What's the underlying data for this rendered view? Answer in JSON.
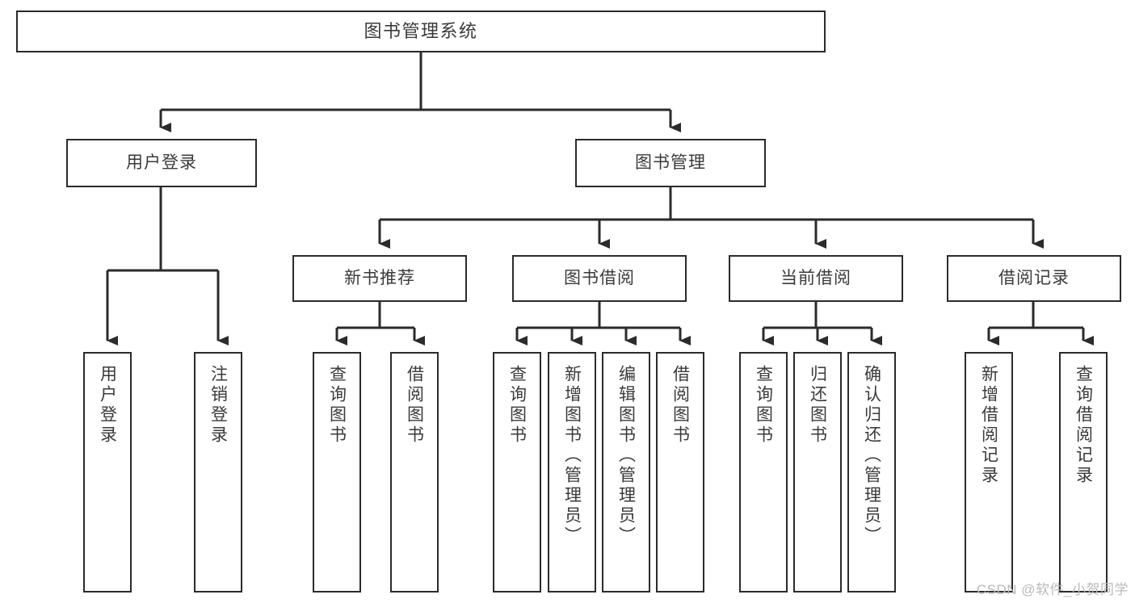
{
  "diagram": {
    "title": "图书管理系统",
    "type": "tree-hierarchy-chart",
    "watermark": "CSDN @软件_小贺同学",
    "colors": {
      "background": "#ffffff",
      "box_border": "#2b2b2b",
      "box_fill": "#ffffff",
      "text": "#3a3a3a",
      "connector": "#2b2b2b",
      "watermark": "#b9b9b9"
    },
    "root": {
      "label": "图书管理系统"
    },
    "level1": [
      {
        "id": "user-login",
        "label": "用户登录"
      },
      {
        "id": "book-manage",
        "label": "图书管理"
      }
    ],
    "level2": [
      {
        "id": "new-book-recommend",
        "label": "新书推荐"
      },
      {
        "id": "book-borrow",
        "label": "图书借阅"
      },
      {
        "id": "current-borrow",
        "label": "当前借阅"
      },
      {
        "id": "borrow-record",
        "label": "借阅记录"
      }
    ],
    "leaves": {
      "user-login": [
        {
          "id": "leaf-user-login",
          "label": "用户登录"
        },
        {
          "id": "leaf-logout-login",
          "label": "注销登录"
        }
      ],
      "new-book-recommend": [
        {
          "id": "leaf-query-book-1",
          "label": "查询图书"
        },
        {
          "id": "leaf-borrow-book-1",
          "label": "借阅图书"
        }
      ],
      "book-borrow": [
        {
          "id": "leaf-query-book-2",
          "label": "查询图书"
        },
        {
          "id": "leaf-add-book-admin",
          "label": "新增图书（管理员）"
        },
        {
          "id": "leaf-edit-book-admin",
          "label": "编辑图书（管理员）"
        },
        {
          "id": "leaf-borrow-book-2",
          "label": "借阅图书"
        }
      ],
      "current-borrow": [
        {
          "id": "leaf-query-book-3",
          "label": "查询图书"
        },
        {
          "id": "leaf-return-book",
          "label": "归还图书"
        },
        {
          "id": "leaf-confirm-return-admin",
          "label": "确认归还（管理员）"
        }
      ],
      "borrow-record": [
        {
          "id": "leaf-add-borrow-record",
          "label": "新增借阅记录"
        },
        {
          "id": "leaf-query-borrow-record",
          "label": "查询借阅记录"
        }
      ]
    }
  }
}
